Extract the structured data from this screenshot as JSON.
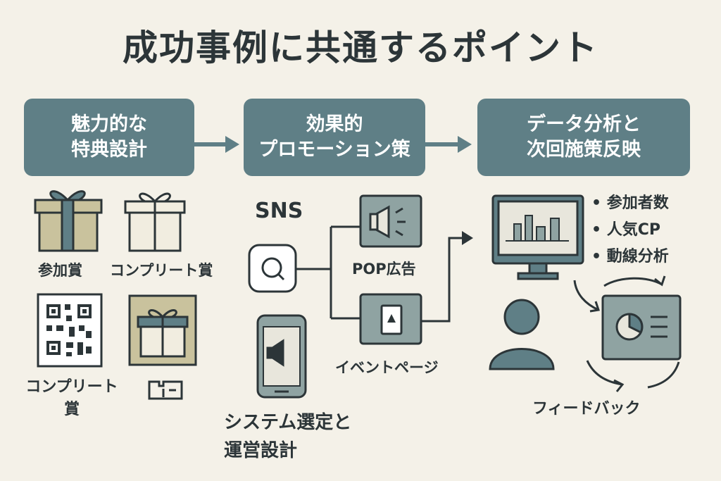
{
  "title": "成功事例に共通するポイント",
  "steps": [
    {
      "label": "魅力的な\n特典設計"
    },
    {
      "label": "効果的\nプロモーション策"
    },
    {
      "label": "データ分析と\n次回施策反映"
    }
  ],
  "rewards": {
    "participation": "参加賞",
    "complete": "コンプリート賞",
    "complete_qr": "コンプリート\n賞"
  },
  "promotion": {
    "sns": "SNS",
    "pop": "POP広告",
    "event_page": "イベントページ",
    "system": "システム選定と\n運営設計"
  },
  "analysis": {
    "metrics": [
      "参加者数",
      "人気CP",
      "動線分析"
    ],
    "feedback": "フィードバック"
  },
  "colors": {
    "teal": "#5f7f86",
    "dark": "#2c3538",
    "olive": "#c9c29d",
    "background": "#f4f1e8"
  }
}
